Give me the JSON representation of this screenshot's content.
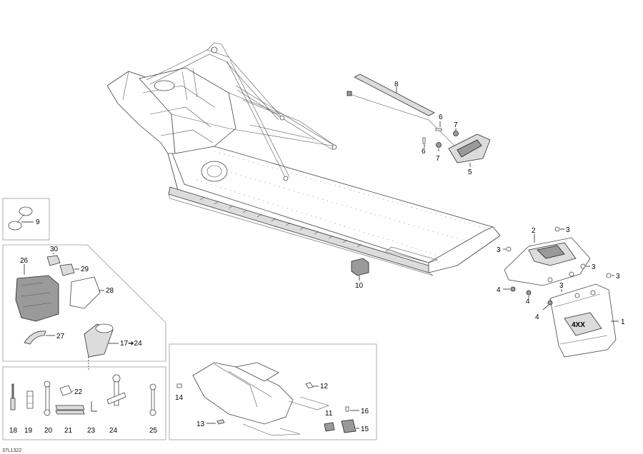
{
  "callouts": {
    "c1": "1",
    "c2": "2",
    "c3a": "3",
    "c3b": "3",
    "c3c": "3",
    "c3d": "3",
    "c3e": "3",
    "c4a": "4",
    "c4b": "4",
    "c4c": "4",
    "c5": "5",
    "c6a": "6",
    "c6b": "6",
    "c7a": "7",
    "c7b": "7",
    "c8": "8",
    "c9": "9",
    "c10": "10",
    "c11": "11",
    "c12": "12",
    "c13": "13",
    "c14": "14",
    "c15": "15",
    "c16": "16",
    "c17to24": "17➔24",
    "c18": "18",
    "c19": "19",
    "c20": "20",
    "c21": "21",
    "c22": "22",
    "c23": "23",
    "c24": "24",
    "c25": "25",
    "c26": "26",
    "c27": "27",
    "c28": "28",
    "c29": "29",
    "c30": "30"
  },
  "diagram_ref": "37L1322",
  "mudflap_logo": "4XX"
}
